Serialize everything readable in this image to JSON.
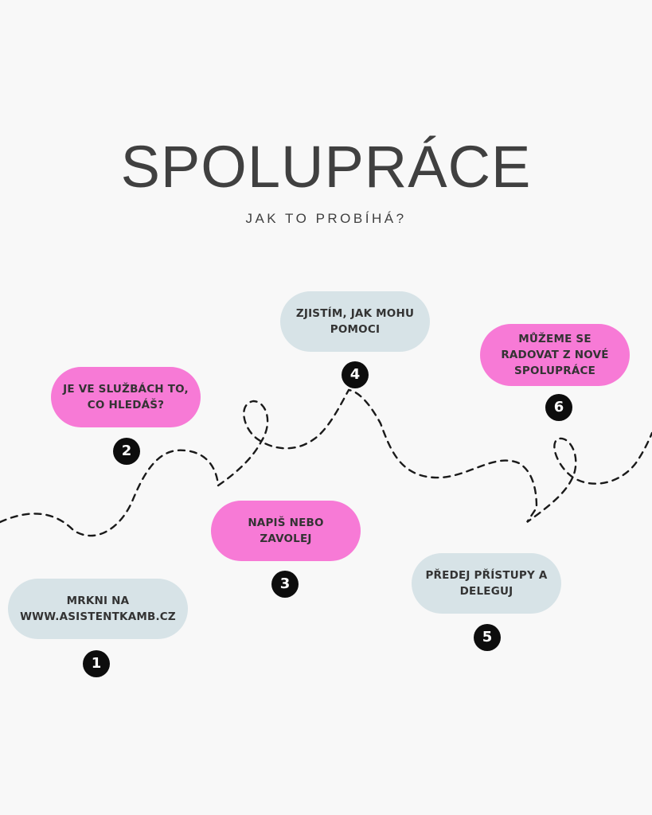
{
  "title": "SPOLUPRÁCE",
  "subtitle": "JAK TO PROBÍHÁ?",
  "colors": {
    "background": "#f8f8f8",
    "pink": "#f77ad6",
    "blue": "#d7e3e7",
    "badge": "#0d0d0d",
    "text": "#404040"
  },
  "steps": [
    {
      "number": "1",
      "text": "MRKNI NA\nWWW.ASISTENTKAMB.CZ",
      "color": "blue"
    },
    {
      "number": "2",
      "text": "JE VE SLUŽBÁCH TO,\nCO HLEDÁŠ?",
      "color": "pink"
    },
    {
      "number": "3",
      "text": "NAPIŠ NEBO\nZAVOLEJ",
      "color": "pink"
    },
    {
      "number": "4",
      "text": "ZJISTÍM, JAK MOHU\nPOMOCI",
      "color": "blue"
    },
    {
      "number": "5",
      "text": "PŘEDEJ PŘÍSTUPY A\nDELEGUJ",
      "color": "blue"
    },
    {
      "number": "6",
      "text": "MŮŽEME SE\nRADOVAT Z NOVÉ\nSPOLUPRÁCE",
      "color": "pink"
    }
  ]
}
